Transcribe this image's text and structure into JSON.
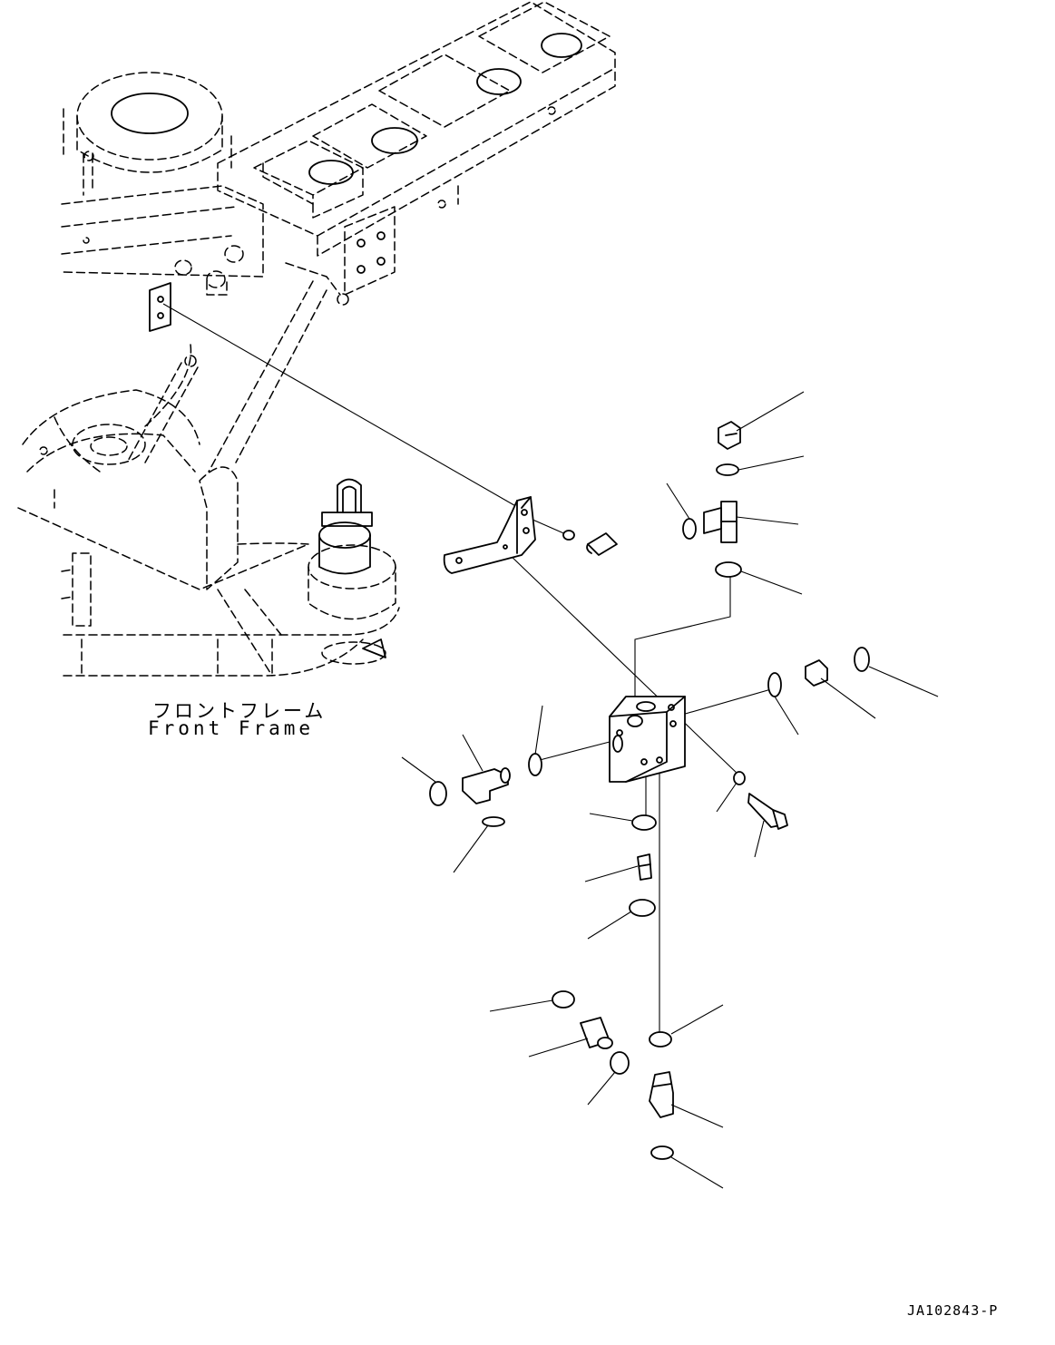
{
  "labels": {
    "front_frame_jp": "フロントフレーム",
    "front_frame_en": "Front Frame",
    "drawing_number": "JA102843-P"
  }
}
